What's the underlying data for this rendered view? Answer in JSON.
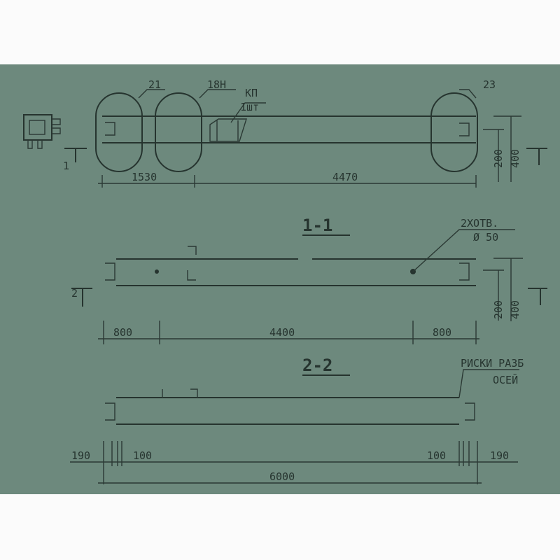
{
  "plan": {
    "callouts": {
      "c21": "21",
      "c18": "18Н",
      "kp": "КП",
      "kp_qty": "1шт",
      "c23": "23"
    },
    "dims": {
      "d1530": "1530",
      "d4470": "4470",
      "h200": "200",
      "h400": "400"
    },
    "section_mark": "1"
  },
  "section_1_1": {
    "title": "1-1",
    "note_line1": "2ХОТВ.",
    "note_line2": "Ø 50",
    "dims": {
      "d800a": "800",
      "d4400": "4400",
      "d800b": "800",
      "h200": "200",
      "h400": "400"
    },
    "section_mark": "2"
  },
  "section_2_2": {
    "title": "2-2",
    "note_line1": "РИСКИ РАЗБ",
    "note_line2": "ОСЕЙ",
    "dims": {
      "d190a": "190",
      "d100a": "100",
      "d100b": "100",
      "d190b": "190",
      "d6000": "6000"
    }
  },
  "colors": {
    "paper": "#6d897d",
    "ink": "#26342f",
    "margin": "#fbfbfb"
  }
}
